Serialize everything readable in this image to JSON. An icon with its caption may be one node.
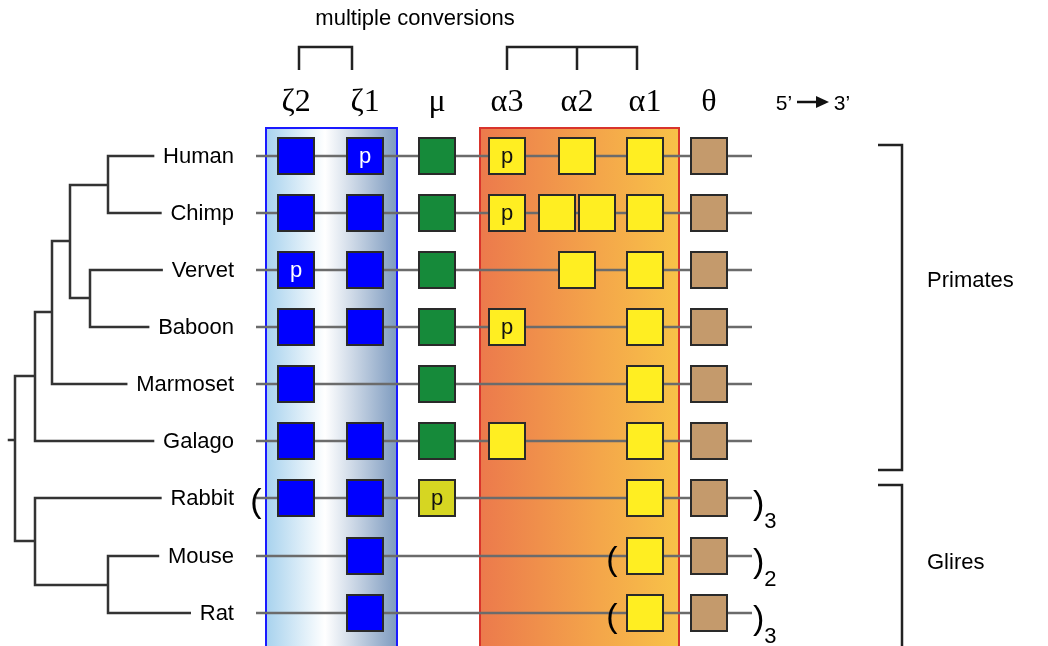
{
  "diagram": {
    "nodes": [
      {
        "text": [],
        "shape": "box"
      },
      {
        "text": [],
        "shape": "box"
      },
      {
        "text": [],
        "shape": "box",
        "in": 0
      },
      {
        "text": [
          "p"
        ],
        "in": 0
      },
      {
        "text": [],
        "shape": "box"
      },
      {
        "text": [
          "p"
        ],
        "in": 1
      },
      {
        "text": [],
        "shape": "box",
        "in": 1
      },
      {
        "text": [],
        "shape": "box",
        "in": 1
      },
      {
        "text": [],
        "shape": "box"
      },
      {
        "text": [],
        "shape": "box",
        "in": 0
      },
      {
        "text": [],
        "shape": "box",
        "in": 0
      },
      {
        "text": [],
        "shape": "box"
      },
      {
        "text": [
          "p"
        ],
        "in": 1
      },
      {
        "text": [],
        "shape": "box",
        "in": 1
      },
      {
        "text": [],
        "shape": "box",
        "in": 1
      },
      {
        "text": [],
        "shape": "box",
        "in": 1
      },
      {
        "text": [],
        "shape": "box"
      },
      {
        "text": [
          "p"
        ],
        "in": 0
      },
      {
        "text": [],
        "shape": "box",
        "in": 0
      },
      {
        "text": [],
        "shape": "box"
      },
      {
        "text": [],
        "shape": "box",
        "in": 1
      },
      {
        "text": [],
        "shape": "box",
        "in": 1
      },
      {
        "text": [],
        "shape": "box"
      },
      {
        "text": [],
        "shape": "box",
        "in": 0
      },
      {
        "text": [],
        "shape": "box",
        "in": 0
      },
      {
        "text": [],
        "shape": "box"
      },
      {
        "text": [
          "p"
        ],
        "in": 1
      },
      {
        "text": [],
        "shape": "box",
        "in": 1
      },
      {
        "text": [],
        "shape": "box"
      },
      {
        "text": [],
        "shape": "box",
        "in": 0
      },
      {
        "text": [],
        "shape": "box"
      },
      {
        "text": [],
        "shape": "box",
        "in": 1
      },
      {
        "text": [],
        "shape": "box"
      },
      {
        "text": [],
        "shape": "box",
        "in": 0
      },
      {
        "text": [],
        "shape": "box",
        "in": 0
      },
      {
        "text": [],
        "shape": "box"
      },
      {
        "text": [],
        "shape": "box",
        "in": 1
      },
      {
        "text": [],
        "shape": "box",
        "in": 1
      },
      {
        "text": [],
        "shape": "box"
      },
      {
        "text": [],
        "shape": "box",
        "in": 0
      },
      {
        "text": [],
        "shape": "box",
        "in": 0
      },
      {
        "text": [
          "p"
        ]
      },
      {
        "text": [],
        "shape": "box",
        "in": 1
      },
      {
        "text": [],
        "shape": "box"
      },
      {
        "text": [],
        "shape": "box",
        "in": 0
      },
      {
        "text": [],
        "shape": "box",
        "in": 1
      },
      {
        "text": [],
        "shape": "box"
      },
      {
        "text": [],
        "shape": "box",
        "in": 0
      },
      {
        "text": [],
        "shape": "box",
        "in": 1
      },
      {
        "text": [],
        "shape": "box"
      }
    ],
    "labels": [
      "multiple conversions",
      "ζ2",
      "ζ1",
      "μ",
      "α3",
      "α2",
      "α1",
      "θ",
      "5’",
      "3’",
      "Human",
      "Chimp",
      "Vervet",
      "Baboon",
      "Marmoset",
      "Galago",
      "Rabbit",
      "Mouse",
      "Rat",
      "(",
      ")$_{3}$",
      "(",
      ")$_{2}$",
      "(",
      ")$_{3}$",
      "Primates",
      "Glires"
    ]
  }
}
